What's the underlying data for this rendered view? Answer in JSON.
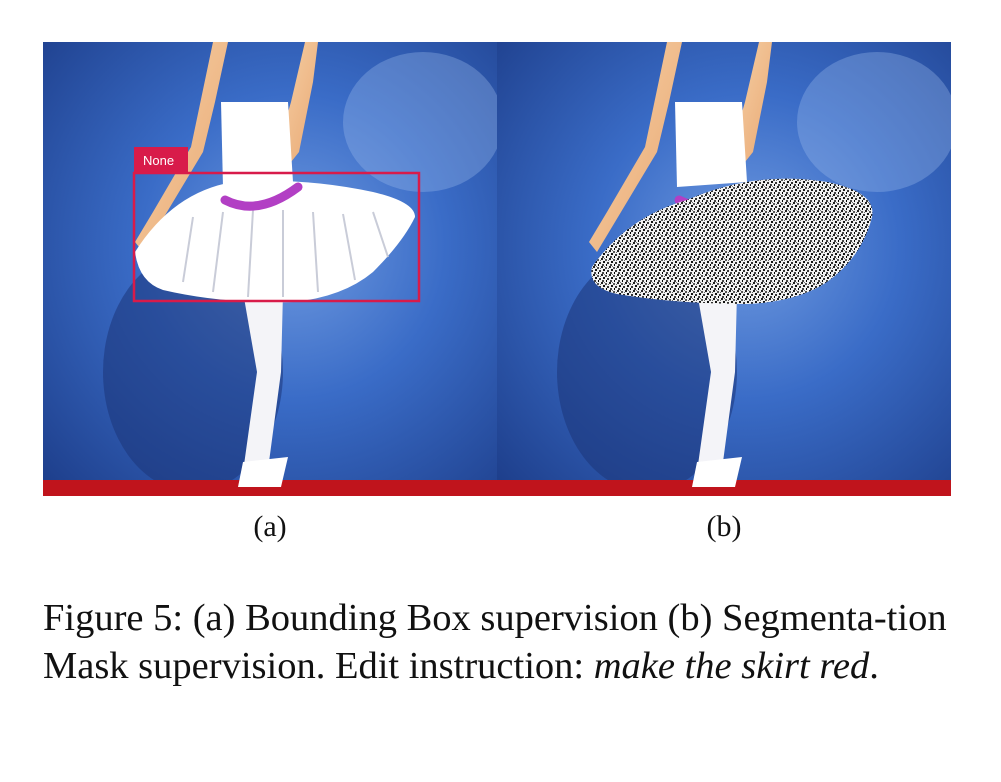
{
  "figure": {
    "panels": [
      {
        "sublabel": "(a)",
        "box_label": "None"
      },
      {
        "sublabel": "(b)"
      }
    ],
    "caption": {
      "prefix": "Figure 5: (a) Bounding Box supervision (b) Segmenta-tion Mask supervision. Edit instruction: ",
      "instruction": "make the skirt red",
      "suffix": "."
    },
    "colors": {
      "background_blue": "#2f5fb8",
      "floor_red": "#c0141c",
      "bbox": "#d81b4a",
      "waistband": "#b23fc4"
    }
  }
}
